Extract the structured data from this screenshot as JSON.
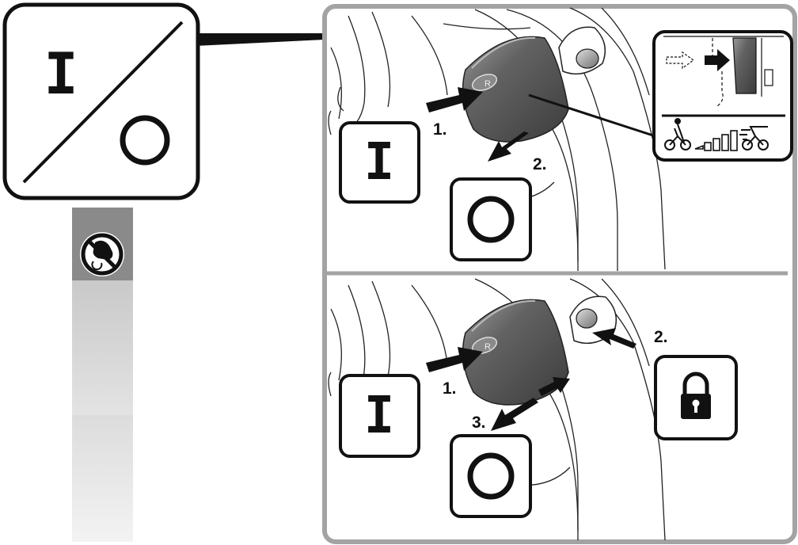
{
  "symbols": {
    "on": "I",
    "off": "O"
  },
  "top_panel": {
    "step_1": "1.",
    "step_2": "2.",
    "button_letter": "R"
  },
  "bottom_panel": {
    "step_1": "1.",
    "step_2": "2.",
    "step_3": "3.",
    "button_letter": "R"
  },
  "icons": [
    "on-off-symbol-icon",
    "no-hand-rotate-icon",
    "on-symbol-icon",
    "off-symbol-icon",
    "lock-icon",
    "cyclist-walking-icon",
    "assist-level-bars-icon",
    "fast-bike-icon",
    "push-arrow-icon"
  ],
  "colors": {
    "panel_border": "#a3a3a3",
    "housing": "#5a5a5a",
    "sidebar_dark": "#8a8a8a",
    "sidebar_light": "#d4d4d4"
  }
}
